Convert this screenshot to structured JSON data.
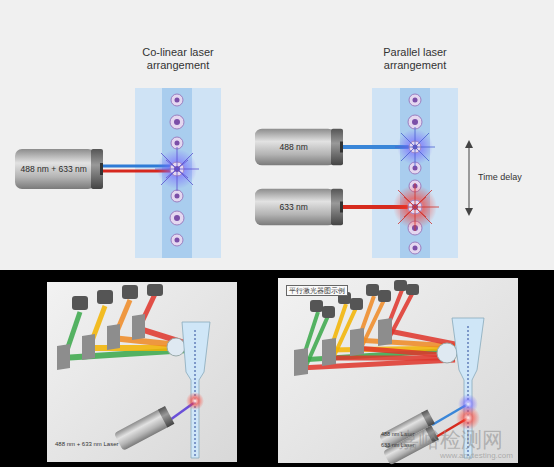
{
  "diagram": {
    "nodes": [
      {
        "text": [
          "488 nm + 633 nm"
        ]
      },
      {
        "text": [
          "488 nm"
        ]
      },
      {
        "text": [
          "633 nm"
        ]
      }
    ],
    "labels": [
      "Co-linear laser arrangement",
      "Parallel laser arrangement",
      "Time delay",
      "488 nm + 633 nm Laser",
      "平行激光器图示例",
      "488 nm Laser",
      "633 nm Laser",
      "嘉峪检测网",
      "www.anytesting.com"
    ]
  }
}
